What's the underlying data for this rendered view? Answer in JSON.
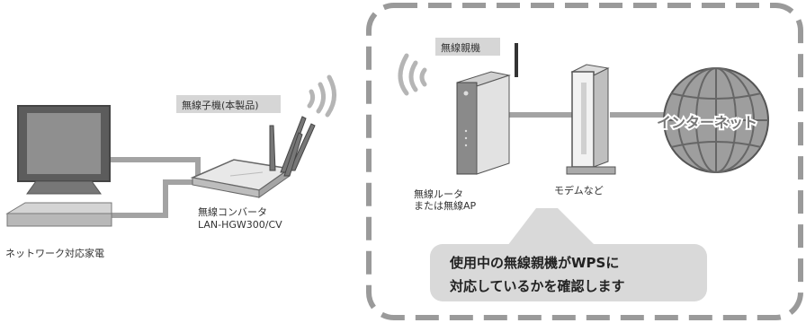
{
  "labels": {
    "wireless_child_tag": "無線子機(本製品)",
    "converter_line1": "無線コンバータ",
    "converter_line2": "LAN-HGW300/CV",
    "appliance": "ネットワーク対応家電",
    "parent_tag": "無線親機",
    "router_line1": "無線ルータ",
    "router_line2": "または無線AP",
    "modem": "モデムなど",
    "internet": "インターネット"
  },
  "callout": {
    "line1": "使用中の無線親機がWPSに",
    "line2": "対応しているかを確認します"
  }
}
